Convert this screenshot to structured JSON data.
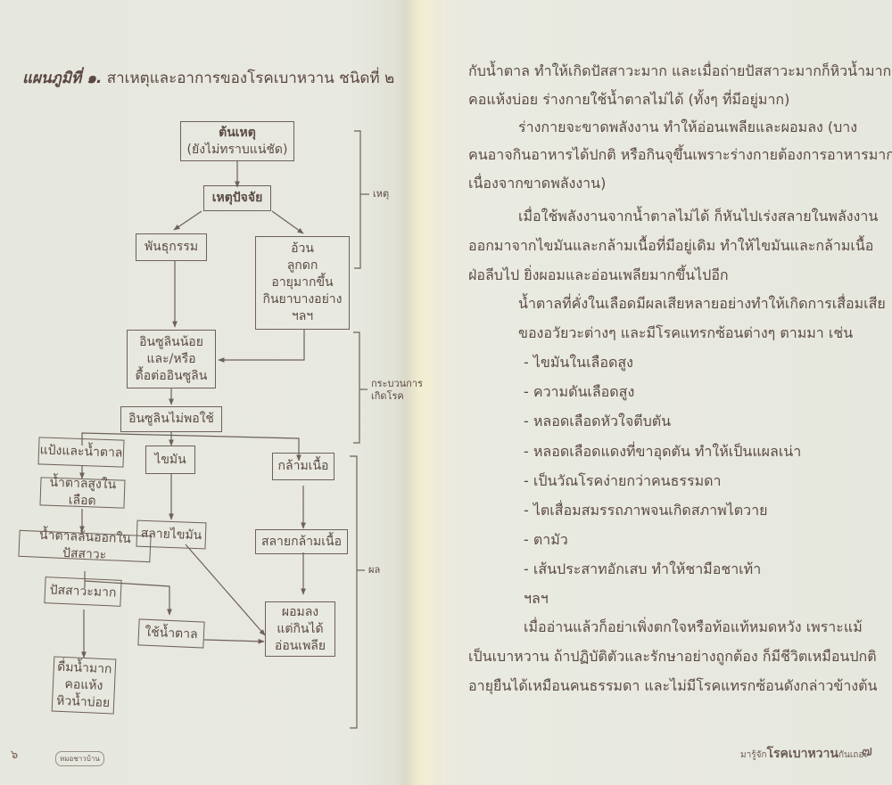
{
  "figure": {
    "label": "แผนภูมิที่ ๑.",
    "title": "สาเหตุและอาการของโรคเบาหวาน ชนิดที่ ๒",
    "nodes": {
      "root_cause_title": "ต้นเหตุ",
      "root_cause_sub": "(ยังไม่ทราบแน่ชัด)",
      "factors": "เหตุปัจจัย",
      "genetics": "พันธุกรรม",
      "lifestyle": [
        "อ้วน",
        "ลูกดก",
        "อายุมากขึ้น",
        "กินยาบางอย่าง",
        "ฯลฯ"
      ],
      "insulin_low": [
        "อินซูลินน้อย",
        "และ/หรือ",
        "ดื้อต่ออินซูลิน"
      ],
      "insulin_insufficient": "อินซูลินไม่พอใช้",
      "starch_sugar": "แป้งและน้ำตาล",
      "fat": "ไขมัน",
      "muscle": "กล้ามเนื้อ",
      "high_blood_sugar": "น้ำตาลสูงในเลือด",
      "fat_breakdown": "สลายไขมัน",
      "muscle_breakdown": "สลายกล้ามเนื้อ",
      "sugar_in_urine": "น้ำตาลล้นออกในปัสสาวะ",
      "polyuria": "ปัสสาวะมาก",
      "use_sugar": "ใช้น้ำตาล",
      "weight_loss": [
        "ผอมลง",
        "แต่กินได้",
        "อ่อนเพลีย"
      ],
      "polydipsia": [
        "ดื่มน้ำมาก",
        "คอแห้ง",
        "หิวน้ำบ่อย"
      ]
    },
    "brackets": {
      "cause": "เหตุ",
      "process": [
        "กระบวนการ",
        "เกิดโรค"
      ],
      "result": "ผล"
    }
  },
  "right_page": {
    "lines": [
      "กับน้ำตาล ทำให้เกิดปัสสาวะมาก และเมื่อถ่ายปัสสาวะมากก็หิวน้ำมาก",
      "คอแห้งบ่อย ร่างกายใช้น้ำตาลไม่ได้ (ทั้งๆ ที่มีอยู่มาก)",
      "ร่างกายจะขาดพลังงาน ทำให้อ่อนเพลียและผอมลง (บาง",
      "คนอาจกินอาหารได้ปกติ หรือกินจุขึ้นเพราะร่างกายต้องการอาหารมาก",
      "เนื่องจากขาดพลังงาน)",
      "เมื่อใช้พลังงานจากน้ำตาลไม่ได้ ก็หันไปเร่งสลายในพลังงาน",
      "ออกมาจากไขมันและกล้ามเนื้อที่มีอยู่เดิม ทำให้ไขมันและกล้ามเนื้อ",
      "ฝ่อลีบไป ยิ่งผอมและอ่อนเพลียมากขึ้นไปอีก",
      "น้ำตาลที่คั่งในเลือดมีผลเสียหลายอย่างทำให้เกิดการเสื่อมเสีย",
      "ของอวัยวะต่างๆ และมีโรคแทรกซ้อนต่างๆ ตามมา เช่น",
      "- ไขมันในเลือดสูง",
      "- ความดันเลือดสูง",
      "- หลอดเลือดหัวใจตีบตัน",
      "- หลอดเลือดแดงที่ขาอุดตัน ทำให้เป็นแผลเน่า",
      "- เป็นวัณโรคง่ายกว่าคนธรรมดา",
      "- ไตเสื่อมสมรรถภาพจนเกิดสภาพไตวาย",
      "- ตามัว",
      "- เส้นประสาทอักเสบ ทำให้ชามือชาเท้า",
      "ฯลฯ",
      "เมื่ออ่านแล้วก็อย่าเพิ่งตกใจหรือท้อแท้หมดหวัง เพราะแม้",
      "เป็นเบาหวาน ถ้าปฏิบัติตัวและรักษาอย่างถูกต้อง ก็มีชีวิตเหมือนปกติ",
      "อายุยืนได้เหมือนคนธรรมดา และไม่มีโรคแทรกซ้อนดังกล่าวข้างต้น"
    ]
  },
  "footer": {
    "left_page_number": "๖",
    "left_series": "หมอชาวบ้าน",
    "right_prefix": "มารู้จัก",
    "right_title": "โรคเบาหวาน",
    "right_suffix": "กันเถอะ",
    "right_page_number": "๗"
  }
}
